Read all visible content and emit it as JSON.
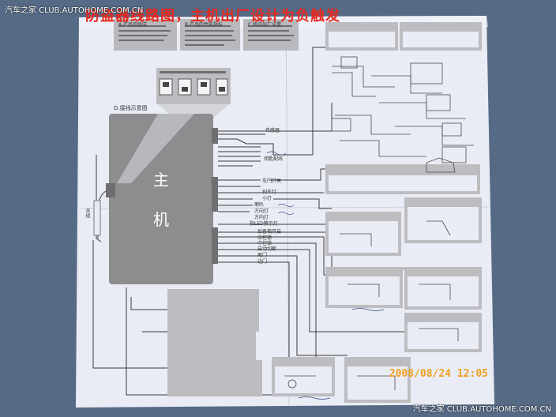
{
  "watermark": {
    "top_left": "汽车之家 CLUB.AUTOHOME.COM.CN",
    "bottom_right": "汽车之家 CLUB.AUTOHOME.COM.CN"
  },
  "headline": {
    "text": "防盗器线路图，主机出厂设计为负触发",
    "color": "#e8281e"
  },
  "photo_timestamp": {
    "text": "2008/08/24 12:05",
    "color": "#f0a020"
  },
  "diagram": {
    "section_title": "D.接线示意图",
    "main_unit_chars": [
      "主",
      "机"
    ],
    "antenna_label": "天线",
    "top_boxes": [
      "A.产品的组成",
      "B.产品的性能指标",
      "C.机内出厂设置"
    ],
    "right_labels": [
      "传感器",
      "钥匙配线",
      "车门开关",
      "刹车灯",
      "小灯",
      "喇叭",
      "方向灯",
      "方向灯"
    ],
    "lower_labels": [
      "指LED警示灯",
      "后备箱开启",
      "中控锁",
      "中控锁",
      "启动切断",
      "尾门",
      "边门"
    ]
  },
  "colors": {
    "backdrop": "#5a6e88",
    "paper": "#eceff6",
    "module": "#8e8e90",
    "line": "#3a3a3c"
  }
}
